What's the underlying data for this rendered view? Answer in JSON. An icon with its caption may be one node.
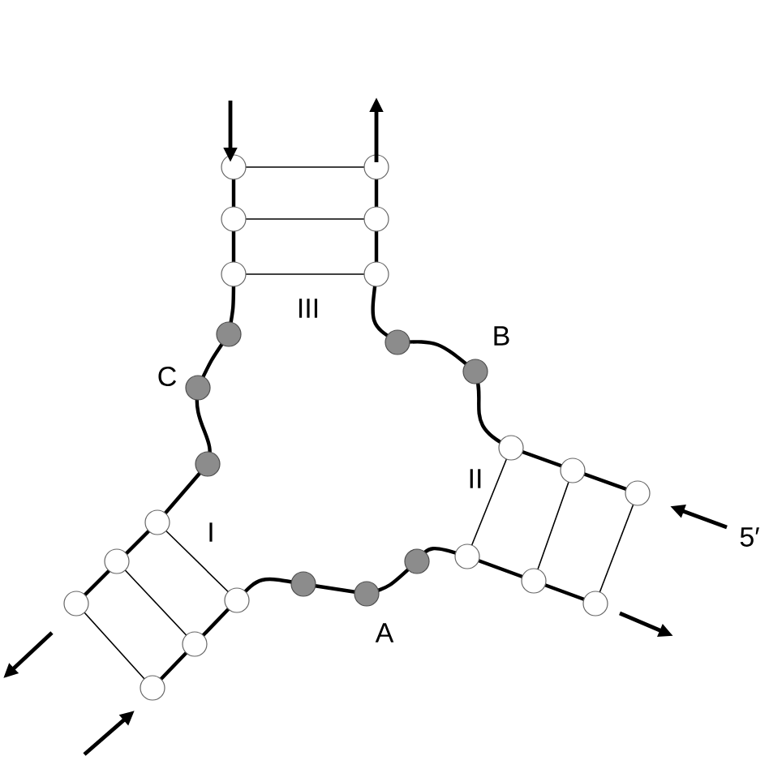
{
  "diagram": {
    "labels": [
      "III",
      "B",
      "C",
      "I",
      "II",
      "5′",
      "A"
    ]
  }
}
